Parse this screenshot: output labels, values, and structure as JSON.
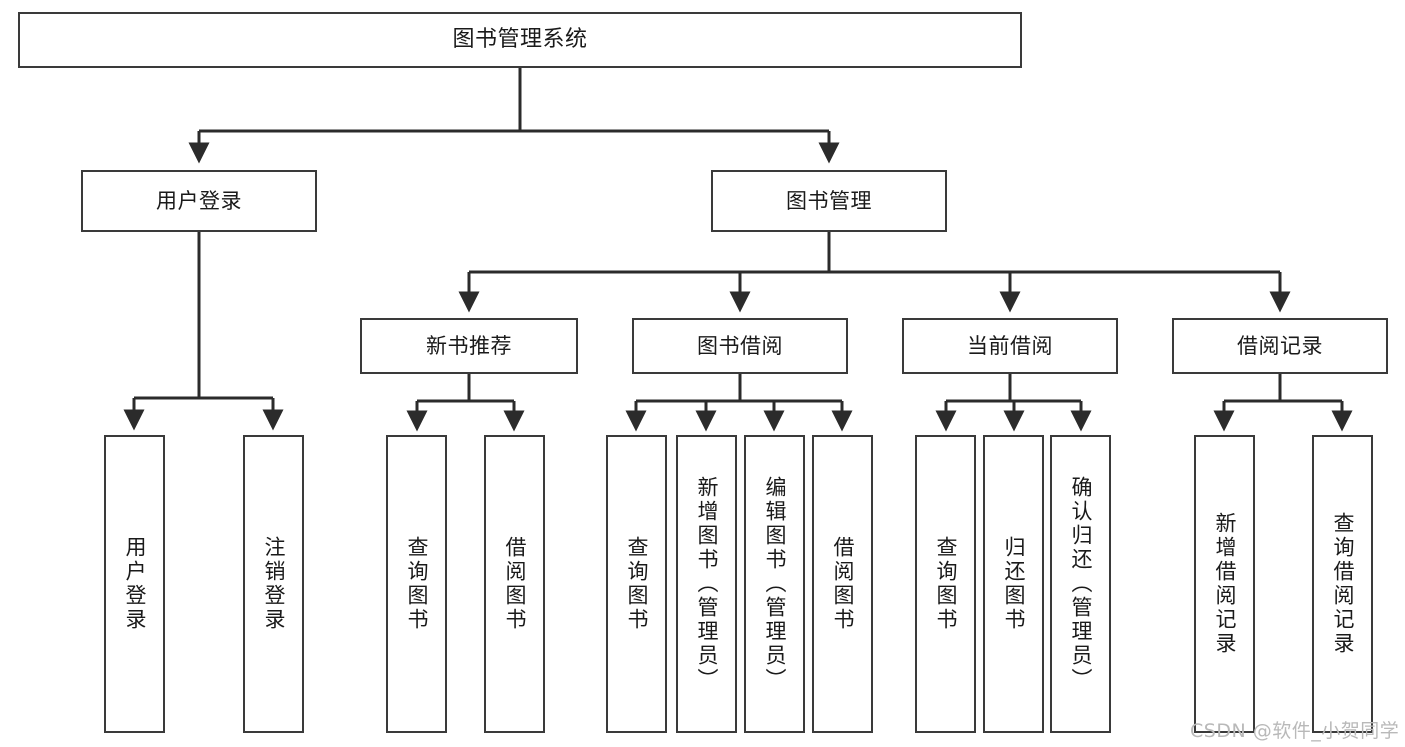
{
  "diagram": {
    "type": "tree-hierarchy",
    "title": "图书管理系统",
    "orientation": "top-down",
    "colors": {
      "box_border": "#3a3a3a",
      "box_fill": "#ffffff",
      "connector": "#2b2b2b",
      "text": "#1a1a1a",
      "watermark": "#b9b9b9",
      "background": "#ffffff"
    }
  },
  "root": {
    "label": "图书管理系统"
  },
  "level2": [
    {
      "label": "用户登录"
    },
    {
      "label": "图书管理"
    }
  ],
  "level3": [
    {
      "label": "新书推荐"
    },
    {
      "label": "图书借阅"
    },
    {
      "label": "当前借阅"
    },
    {
      "label": "借阅记录"
    }
  ],
  "leaves": {
    "user_login": [
      {
        "label": "用户登录"
      },
      {
        "label": "注销登录"
      }
    ],
    "new_book_recommend": [
      {
        "label": "查询图书"
      },
      {
        "label": "借阅图书"
      }
    ],
    "book_borrow": [
      {
        "label": "查询图书"
      },
      {
        "label": "新增图书（管理员）"
      },
      {
        "label": "编辑图书（管理员）"
      },
      {
        "label": "借阅图书"
      }
    ],
    "current_borrow": [
      {
        "label": "查询图书"
      },
      {
        "label": "归还图书"
      },
      {
        "label": "确认归还（管理员）"
      }
    ],
    "borrow_record": [
      {
        "label": "新增借阅记录"
      },
      {
        "label": "查询借阅记录"
      }
    ]
  },
  "watermark": {
    "text": "CSDN @软件_小贺同学"
  }
}
